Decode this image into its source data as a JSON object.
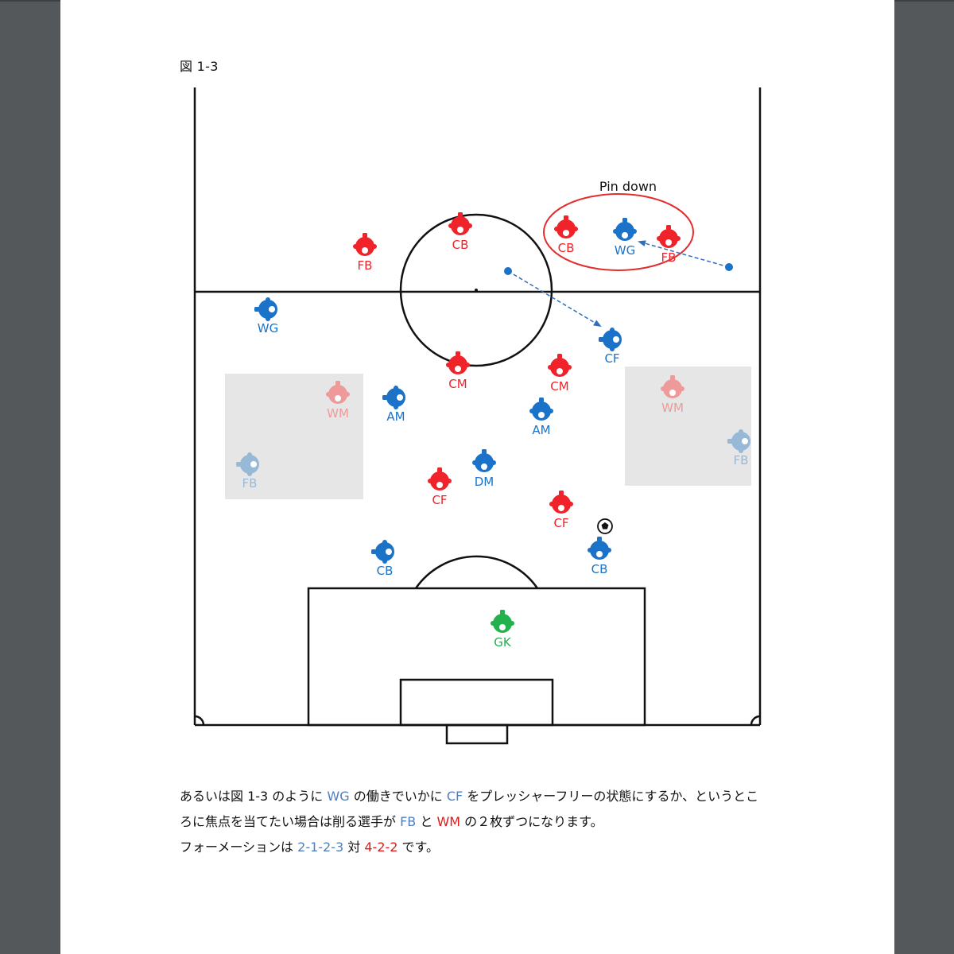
{
  "figure": {
    "caption": "図 1-3",
    "annotation_label": "Pin down"
  },
  "colors": {
    "blue": "#1a73c8",
    "red": "#f0222a",
    "light_blue": "#98b8d8",
    "light_red": "#ee9a9a",
    "green": "#22b14c",
    "zone": "#e6e6e6",
    "text_blue": "#4f7fc0",
    "text_red": "#e01b1b"
  },
  "players": [
    {
      "label": "CB",
      "team": "red",
      "faded": false,
      "facing": "up"
    },
    {
      "label": "FB",
      "team": "red",
      "faded": false,
      "facing": "up"
    },
    {
      "label": "CB",
      "team": "red",
      "faded": false,
      "facing": "up"
    },
    {
      "label": "WG",
      "team": "blue",
      "faded": false,
      "facing": "up"
    },
    {
      "label": "FB",
      "team": "red",
      "faded": false,
      "facing": "up"
    },
    {
      "label": "WG",
      "team": "blue",
      "faded": false,
      "facing": "up"
    },
    {
      "label": "CF",
      "team": "blue",
      "faded": false,
      "facing": "up"
    },
    {
      "label": "CM",
      "team": "red",
      "faded": false,
      "facing": "up"
    },
    {
      "label": "CM",
      "team": "red",
      "faded": false,
      "facing": "up"
    },
    {
      "label": "WM",
      "team": "red",
      "faded": true,
      "facing": "up"
    },
    {
      "label": "AM",
      "team": "blue",
      "faded": false,
      "facing": "up"
    },
    {
      "label": "AM",
      "team": "blue",
      "faded": false,
      "facing": "up"
    },
    {
      "label": "WM",
      "team": "red",
      "faded": true,
      "facing": "up"
    },
    {
      "label": "FB",
      "team": "blue",
      "faded": true,
      "facing": "up"
    },
    {
      "label": "FB",
      "team": "blue",
      "faded": true,
      "facing": "up"
    },
    {
      "label": "DM",
      "team": "blue",
      "faded": false,
      "facing": "up"
    },
    {
      "label": "CF",
      "team": "red",
      "faded": false,
      "facing": "up"
    },
    {
      "label": "CF",
      "team": "red",
      "faded": false,
      "facing": "up"
    },
    {
      "label": "CB",
      "team": "blue",
      "faded": false,
      "facing": "up"
    },
    {
      "label": "CB",
      "team": "blue",
      "faded": false,
      "facing": "up"
    },
    {
      "label": "GK",
      "team": "green",
      "faded": false,
      "facing": "up"
    }
  ],
  "text": {
    "line1_a": "あるいは図 1-3 のように ",
    "line1_wg": "WG",
    "line1_b": " の働きでいかに ",
    "line1_cf": "CF",
    "line1_c": " をプレッシャーフリーの状態にするか、というとこ",
    "line2_a": "ろに焦点を当てたい場合は削る選手が ",
    "line2_fb": "FB",
    "line2_b": " と ",
    "line2_wm": "WM",
    "line2_c": " の２枚ずつになります。",
    "line3_a": "フォーメーションは ",
    "line3_f1": "2-1-2-3",
    "line3_b": " 対 ",
    "line3_f2": "4-2-2",
    "line3_c": " です。"
  }
}
